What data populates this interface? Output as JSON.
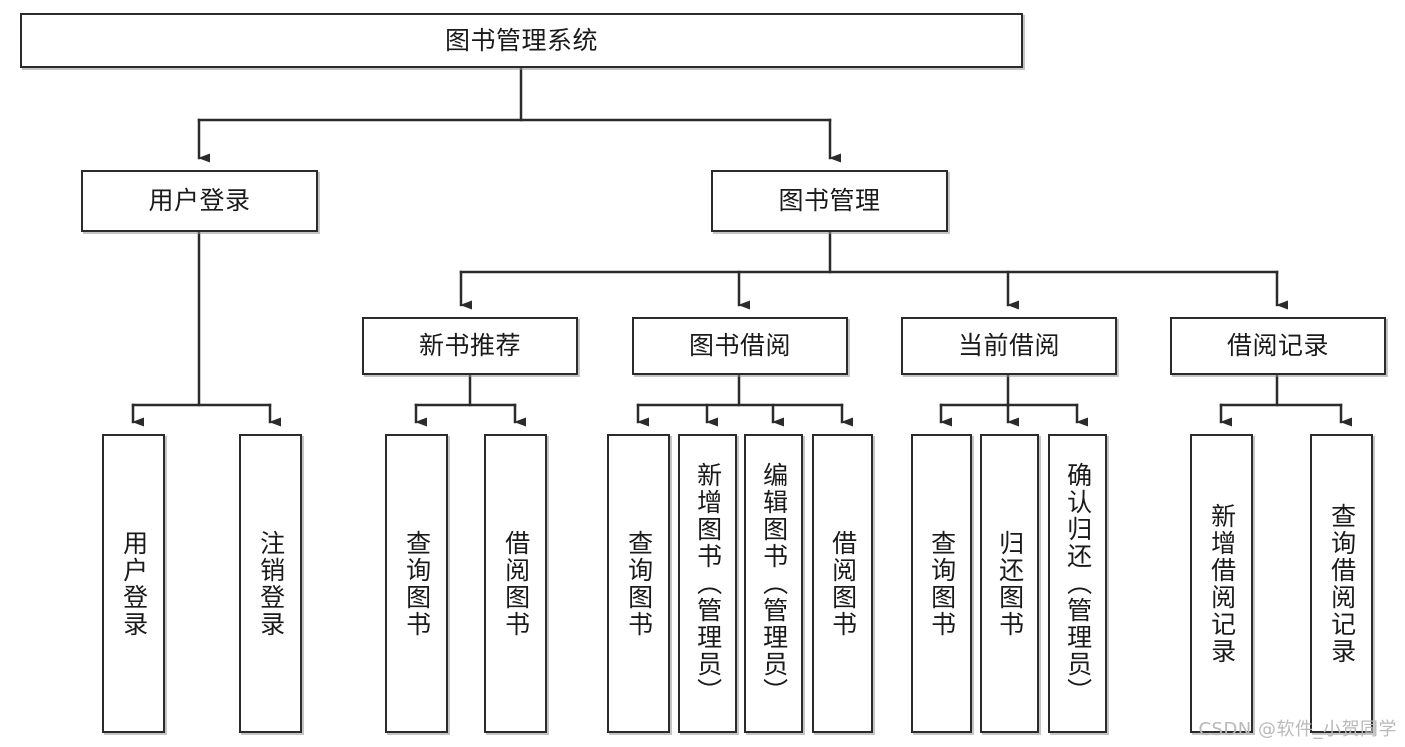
{
  "diagram": {
    "title": "图书管理系统",
    "type": "hierarchy-tree",
    "root": {
      "id": "root",
      "label": "图书管理系统",
      "orientation": "horizontal"
    },
    "level2": [
      {
        "id": "user-login",
        "label": "用户登录",
        "orientation": "horizontal"
      },
      {
        "id": "book-manage",
        "label": "图书管理",
        "orientation": "horizontal"
      }
    ],
    "level3": [
      {
        "id": "new-book-recommend",
        "label": "新书推荐",
        "orientation": "horizontal",
        "parent": "book-manage"
      },
      {
        "id": "book-borrow",
        "label": "图书借阅",
        "orientation": "horizontal",
        "parent": "book-manage"
      },
      {
        "id": "current-borrow",
        "label": "当前借阅",
        "orientation": "horizontal",
        "parent": "book-manage"
      },
      {
        "id": "borrow-record",
        "label": "借阅记录",
        "orientation": "horizontal",
        "parent": "book-manage"
      }
    ],
    "leaves": [
      {
        "id": "leaf-user-login",
        "label": "用户登录",
        "orientation": "vertical",
        "parent": "user-login"
      },
      {
        "id": "leaf-logout-login",
        "label": "注销登录",
        "orientation": "vertical",
        "parent": "user-login"
      },
      {
        "id": "leaf-query-book-1",
        "label": "查询图书",
        "orientation": "vertical",
        "parent": "new-book-recommend"
      },
      {
        "id": "leaf-borrow-book-1",
        "label": "借阅图书",
        "orientation": "vertical",
        "parent": "new-book-recommend"
      },
      {
        "id": "leaf-query-book-2",
        "label": "查询图书",
        "orientation": "vertical",
        "parent": "book-borrow"
      },
      {
        "id": "leaf-add-book",
        "label": "新增图书（管理员）",
        "orientation": "vertical",
        "parent": "book-borrow"
      },
      {
        "id": "leaf-edit-book",
        "label": "编辑图书（管理员）",
        "orientation": "vertical",
        "parent": "book-borrow"
      },
      {
        "id": "leaf-borrow-book-2",
        "label": "借阅图书",
        "orientation": "vertical",
        "parent": "book-borrow"
      },
      {
        "id": "leaf-query-book-3",
        "label": "查询图书",
        "orientation": "vertical",
        "parent": "current-borrow"
      },
      {
        "id": "leaf-return-book",
        "label": "归还图书",
        "orientation": "vertical",
        "parent": "current-borrow"
      },
      {
        "id": "leaf-confirm-return",
        "label": "确认归还（管理员）",
        "orientation": "vertical",
        "parent": "current-borrow"
      },
      {
        "id": "leaf-add-record",
        "label": "新增借阅记录",
        "orientation": "vertical",
        "parent": "borrow-record"
      },
      {
        "id": "leaf-query-record",
        "label": "查询借阅记录",
        "orientation": "vertical",
        "parent": "borrow-record"
      }
    ]
  },
  "watermark": {
    "text": "CSDN @软件_小贺同学"
  },
  "colors": {
    "box_border": "#2b2b2b",
    "box_fill": "#ffffff",
    "connector": "#2b2b2b",
    "shadow": "#969696",
    "text": "#1a1a1a",
    "watermark": "#b9b9b9",
    "background": "#ffffff"
  }
}
